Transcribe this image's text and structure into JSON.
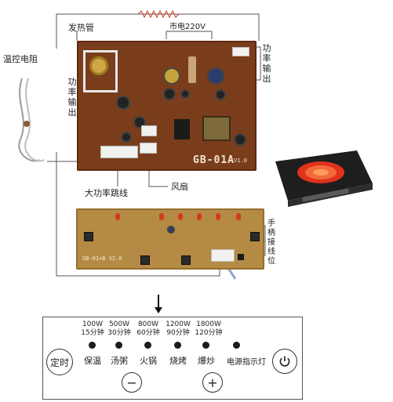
{
  "labels": {
    "heating_tube": "发热管",
    "mains_220v": "市电220V",
    "temp_resistor": "温控电阻",
    "power_output_left": "功率输出",
    "power_output_right": "功率输出",
    "high_power_jumper": "大功率跳线",
    "fan": "风扇",
    "handle_wire": "手柄接线位"
  },
  "main_board": {
    "code": "GB-01A",
    "sub": "V1.0"
  },
  "key_board": {
    "code": "GB-01+B V2.0"
  },
  "panel": {
    "timer_label": "定时",
    "minus_symbol": "−",
    "plus_symbol": "+",
    "modes": [
      {
        "power": "100W",
        "time": "15分钟",
        "name": "保温"
      },
      {
        "power": "500W",
        "time": "30分钟",
        "name": "汤粥"
      },
      {
        "power": "800W",
        "time": "60分钟",
        "name": "火锅"
      },
      {
        "power": "1200W",
        "time": "90分钟",
        "name": "烧烤"
      },
      {
        "power": "1800W",
        "time": "120分钟",
        "name": "爆炒"
      }
    ],
    "power_indicator": "电源指示灯"
  },
  "colors": {
    "main_pcb": "#7a3d1b",
    "key_pcb": "#b58a44",
    "heater_glow": "#e0321c",
    "wire": "#555555"
  },
  "icons": {
    "power": "power-icon",
    "arrow": "arrow-down-icon"
  }
}
